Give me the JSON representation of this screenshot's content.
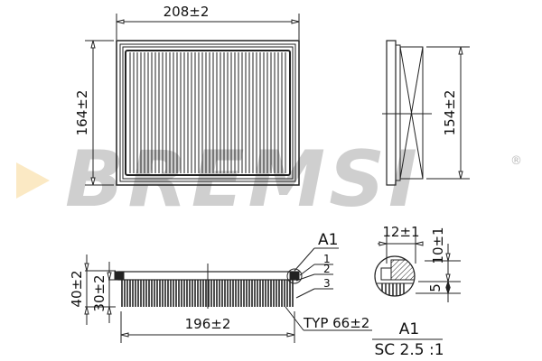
{
  "brand": {
    "watermark": "BREMSI",
    "registered_mark": "®",
    "arrow_color": "#fbe9c4",
    "watermark_color": "#cfcfcf"
  },
  "top_view": {
    "width_dim": "208±2",
    "height_dim": "164±2"
  },
  "side_view": {
    "height_dim": "154±2"
  },
  "section_view": {
    "total_height_dim": "40±2",
    "pleat_height_dim": "30±2",
    "pleat_length_dim": "196±2",
    "pleat_count_label": "TYP 66±2",
    "detail_ref": "A1",
    "callouts": [
      "1",
      "2",
      "3"
    ]
  },
  "detail_view": {
    "width_dim": "12±1",
    "height_dim": "10±1",
    "small_dim": "5",
    "title": "A1",
    "scale": "SC 2.5 :1"
  }
}
